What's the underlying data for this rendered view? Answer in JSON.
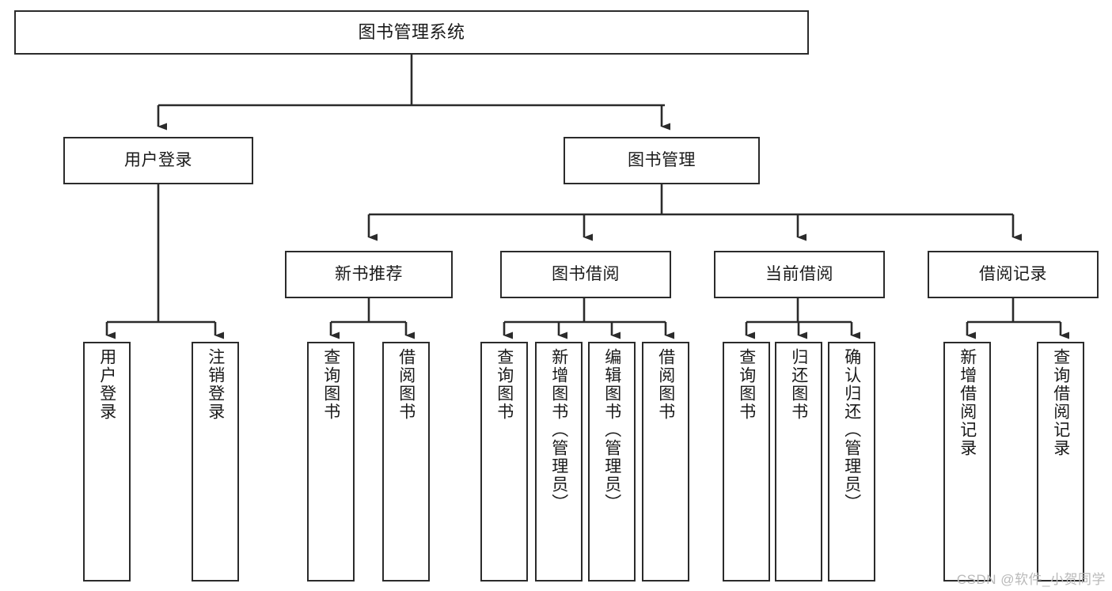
{
  "diagram": {
    "title": "图书管理系统",
    "type": "tree",
    "root": {
      "label": "图书管理系统"
    },
    "level1": [
      {
        "label": "用户登录"
      },
      {
        "label": "图书管理"
      }
    ],
    "level2": [
      {
        "label": "新书推荐"
      },
      {
        "label": "图书借阅"
      },
      {
        "label": "当前借阅"
      },
      {
        "label": "借阅记录"
      }
    ],
    "leaves": {
      "user_login": [
        {
          "label": "用户登录"
        },
        {
          "label": "注销登录"
        }
      ],
      "new_book_recommend": [
        {
          "label": "查询图书"
        },
        {
          "label": "借阅图书"
        }
      ],
      "book_borrow": [
        {
          "label": "查询图书"
        },
        {
          "label": "新增图书（管理员）"
        },
        {
          "label": "编辑图书（管理员）"
        },
        {
          "label": "借阅图书"
        }
      ],
      "current_borrow": [
        {
          "label": "查询图书"
        },
        {
          "label": "归还图书"
        },
        {
          "label": "确认归还（管理员）"
        }
      ],
      "borrow_record": [
        {
          "label": "新增借阅记录"
        },
        {
          "label": "查询借阅记录"
        }
      ]
    }
  },
  "watermark": {
    "text": "CSDN @软件_小贺同学"
  },
  "colors": {
    "line": "#2b2b2b",
    "box_fill": "#ffffff",
    "text": "#1a1a1a",
    "watermark": "#b9b9b9"
  }
}
